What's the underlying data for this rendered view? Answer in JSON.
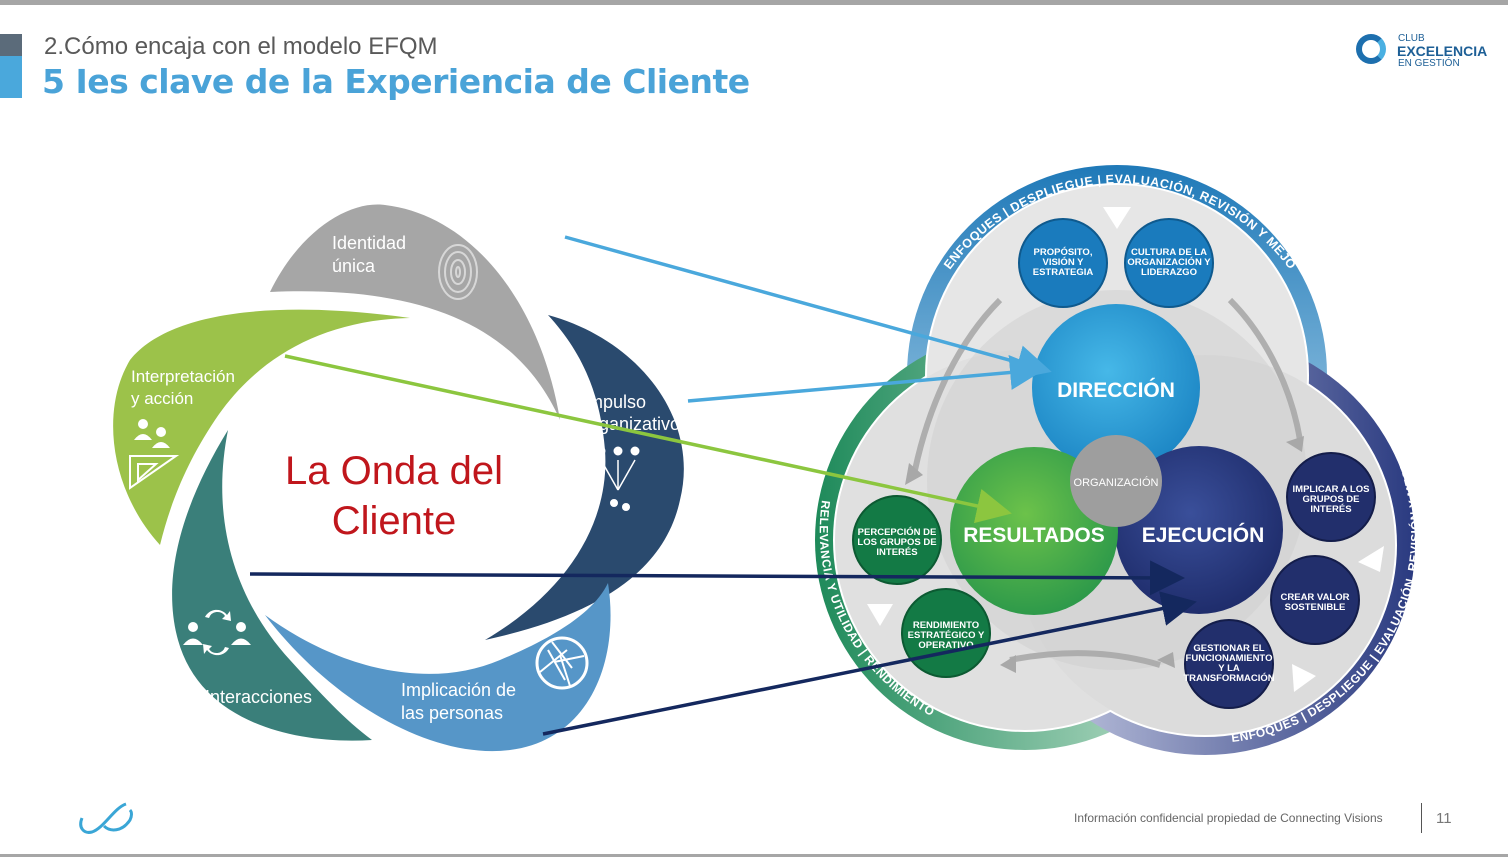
{
  "header": {
    "subtitle": "2.Cómo encaja con el modelo EFQM",
    "title": "5 Ies clave de la Experiencia de Cliente"
  },
  "logo": {
    "line1": "CLUB",
    "line2": "EXCELENCIA",
    "line3": "EN GESTIÓN"
  },
  "wave": {
    "center_line1": "La Onda del",
    "center_line2": "Cliente",
    "petals": [
      {
        "line1": "Identidad",
        "line2": "única",
        "color": "#a6a6a6"
      },
      {
        "line1": "Impulso",
        "line2": "organizativo",
        "color": "#2a4a6e"
      },
      {
        "line1": "Implicación de",
        "line2": "las personas",
        "color": "#5696c8"
      },
      {
        "line1": "Interacciones",
        "line2": "",
        "color": "#3a7f7a"
      },
      {
        "line1": "Interpretación",
        "line2": "y acción",
        "color": "#9cc24a"
      }
    ]
  },
  "efqm": {
    "direccion": "DIRECCIÓN",
    "resultados": "RESULTADOS",
    "ejecucion": "EJECUCIÓN",
    "organizacion": "ORGANIZACIÓN",
    "ring_top": "ENFOQUES | DESPLIEGUE | EVALUACIÓN, REVISIÓN Y MEJORA",
    "ring_left": "RELEVANCIA Y UTILIDAD | RENDIMIENTO",
    "ring_right": "ENFOQUES | DESPLIEGUE | EVALUACIÓN, REVISIÓN Y MEJORA",
    "nodes": {
      "proposito": [
        "PROPÓSITO,",
        "VISIÓN Y",
        "ESTRATEGIA"
      ],
      "cultura": [
        "CULTURA DE LA",
        "ORGANIZACIÓN Y",
        "LIDERAZGO"
      ],
      "implicar": [
        "IMPLICAR A LOS",
        "GRUPOS DE",
        "INTERÉS"
      ],
      "crear": [
        "CREAR VALOR",
        "SOSTENIBLE"
      ],
      "gestionar": [
        "GESTIONAR EL",
        "FUNCIONAMIENTO",
        "Y LA",
        "TRANSFORMACIÓN"
      ],
      "percepcion": [
        "PERCEPCIÓN DE",
        "LOS GRUPOS DE",
        "INTERÉS"
      ],
      "rendimiento": [
        "RENDIMIENTO",
        "ESTRATÉGICO Y",
        "OPERATIVO"
      ]
    },
    "colors": {
      "direccion": "#2b9fd6",
      "resultados": "#4caf50",
      "ejecucion": "#2c3e86",
      "organizacion": "#9e9e9e"
    }
  },
  "footer": {
    "confidential": "Información confidencial propiedad de Connecting Visions",
    "page": "11"
  }
}
